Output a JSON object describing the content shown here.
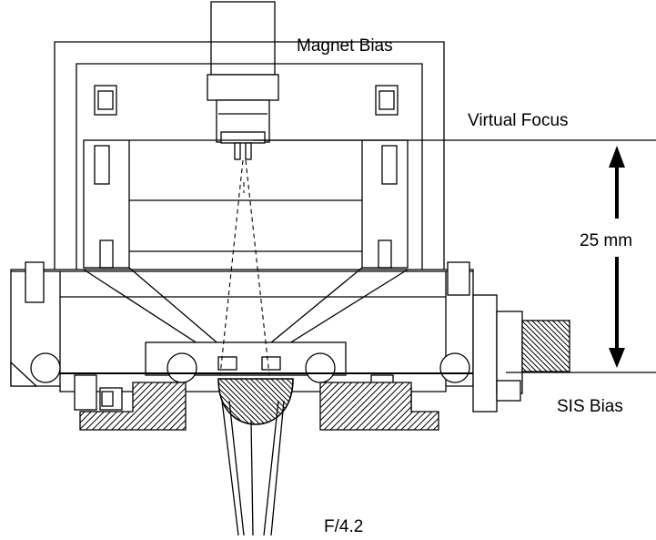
{
  "labels": {
    "magnet_bias": "Magnet Bias",
    "virtual_focus": "Virtual Focus",
    "dimension": "25 mm",
    "sis_bias": "SIS Bias",
    "f_number": "F/4.2"
  },
  "colors": {
    "line": "#000000",
    "background": "#ffffff"
  }
}
